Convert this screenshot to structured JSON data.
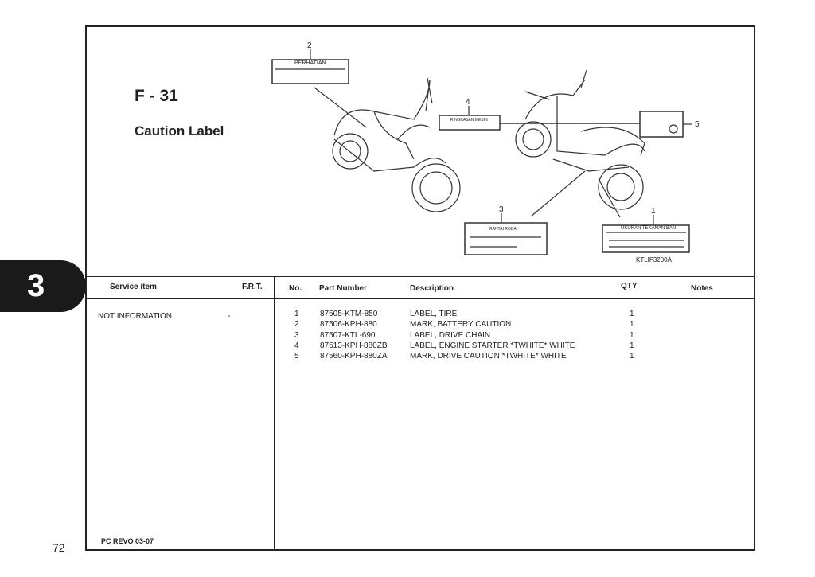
{
  "section_tab": "3",
  "page_number": "72",
  "figure": {
    "code": "F - 31",
    "title": "Caution Label",
    "ref": "KTLIF3200A",
    "callouts": [
      "1",
      "2",
      "3",
      "4",
      "5"
    ],
    "label_texts": {
      "2": "PERHATIAN",
      "4": "RINGKASAN MESIN",
      "3": "RANTAI RODA",
      "1": "UKURAN TEKANAN BAN"
    }
  },
  "left_table": {
    "headers": {
      "service_item": "Service item",
      "frt": "F.R.T."
    },
    "rows": [
      {
        "service_item": "NOT INFORMATION",
        "frt": "-"
      }
    ]
  },
  "parts_table": {
    "headers": {
      "no": "No.",
      "part_number": "Part Number",
      "description": "Description",
      "qty": "QTY",
      "notes": "Notes"
    },
    "rows": [
      {
        "no": "1",
        "part_number": "87505-KTM-850",
        "description": "LABEL, TIRE",
        "qty": "1"
      },
      {
        "no": "2",
        "part_number": "87506-KPH-880",
        "description": "MARK, BATTERY CAUTION",
        "qty": "1"
      },
      {
        "no": "3",
        "part_number": "87507-KTL-690",
        "description": "LABEL, DRIVE CHAIN",
        "qty": "1"
      },
      {
        "no": "4",
        "part_number": "87513-KPH-880ZB",
        "description": "LABEL, ENGINE STARTER  *TWHITE* WHITE",
        "qty": "1"
      },
      {
        "no": "5",
        "part_number": "87560-KPH-880ZA",
        "description": "MARK, DRIVE CAUTION  *TWHITE*   WHITE",
        "qty": "1"
      }
    ]
  },
  "footer": {
    "model": "PC REVO   03-07"
  }
}
